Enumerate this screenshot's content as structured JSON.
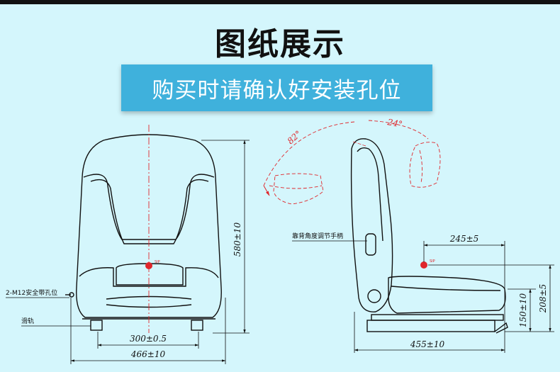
{
  "title": "图纸展示",
  "banner": "购买时请确认好安装孔位",
  "front_view": {
    "belt_hole_label": "2-M12安全带孔位",
    "rail_label": "滑轨",
    "dim_height": "580±10",
    "dim_rail_width": "300±0.5",
    "dim_total_width": "466±10",
    "sip_label": "SIP"
  },
  "side_view": {
    "backrest_handle_label": "靠背角度调节手柄",
    "angle_recline": "82°",
    "angle_fold": "24°",
    "dim_sip_offset": "245±5",
    "dim_depth": "455±10",
    "dim_cushion_height": "150±10",
    "dim_sip_height": "208±5",
    "sip_label": "SIP"
  },
  "colors": {
    "background": "#d4f6fc",
    "banner": "#3fb1dc",
    "accent_red": "#e0262b"
  }
}
